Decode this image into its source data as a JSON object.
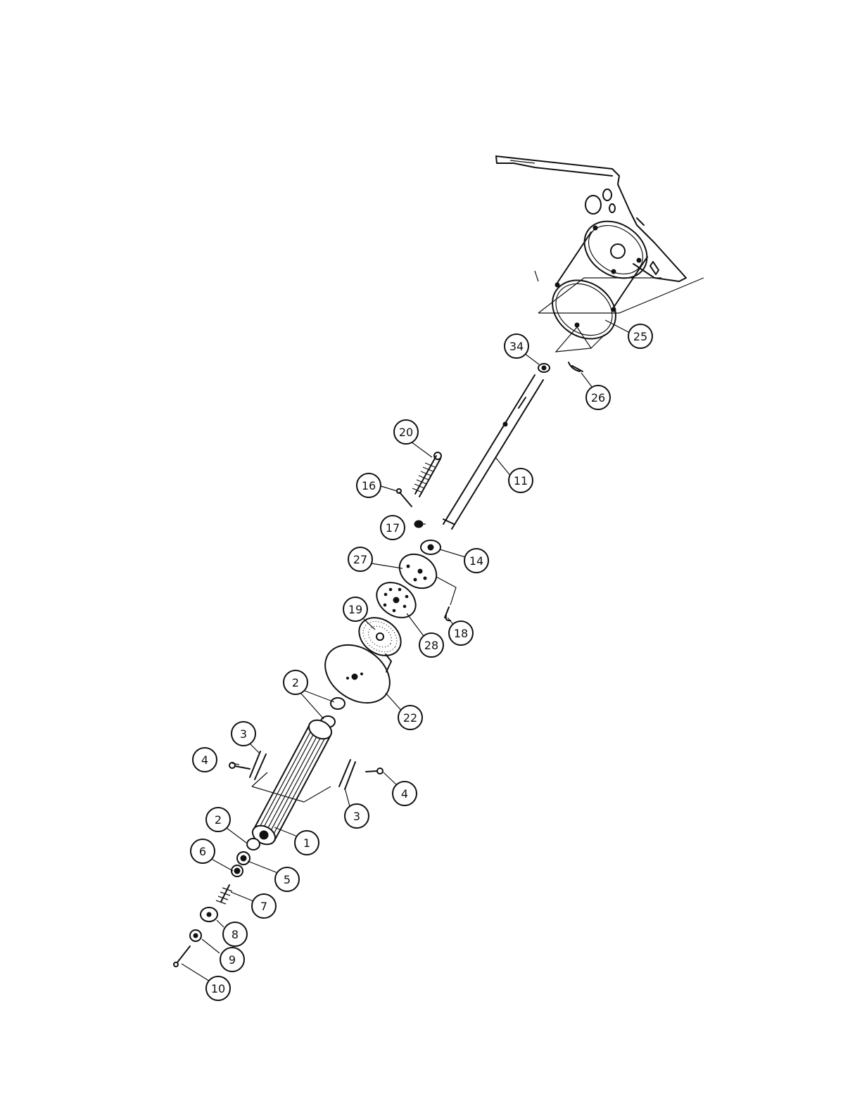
{
  "diagram": {
    "type": "exploded-parts-view",
    "part_numbers": [
      {
        "id": "p10",
        "label": "10"
      },
      {
        "id": "p9",
        "label": "9"
      },
      {
        "id": "p8",
        "label": "8"
      },
      {
        "id": "p7",
        "label": "7"
      },
      {
        "id": "p6",
        "label": "6"
      },
      {
        "id": "p5",
        "label": "5"
      },
      {
        "id": "p2a",
        "label": "2"
      },
      {
        "id": "p1",
        "label": "1"
      },
      {
        "id": "p4a",
        "label": "4"
      },
      {
        "id": "p3a",
        "label": "3"
      },
      {
        "id": "p3b",
        "label": "3"
      },
      {
        "id": "p4b",
        "label": "4"
      },
      {
        "id": "p2b",
        "label": "2"
      },
      {
        "id": "p22",
        "label": "22"
      },
      {
        "id": "p19",
        "label": "19"
      },
      {
        "id": "p28",
        "label": "28"
      },
      {
        "id": "p18",
        "label": "18"
      },
      {
        "id": "p27",
        "label": "27"
      },
      {
        "id": "p14",
        "label": "14"
      },
      {
        "id": "p17",
        "label": "17"
      },
      {
        "id": "p16",
        "label": "16"
      },
      {
        "id": "p20",
        "label": "20"
      },
      {
        "id": "p11",
        "label": "11"
      },
      {
        "id": "p34",
        "label": "34"
      },
      {
        "id": "p26",
        "label": "26"
      },
      {
        "id": "p25",
        "label": "25"
      }
    ]
  }
}
